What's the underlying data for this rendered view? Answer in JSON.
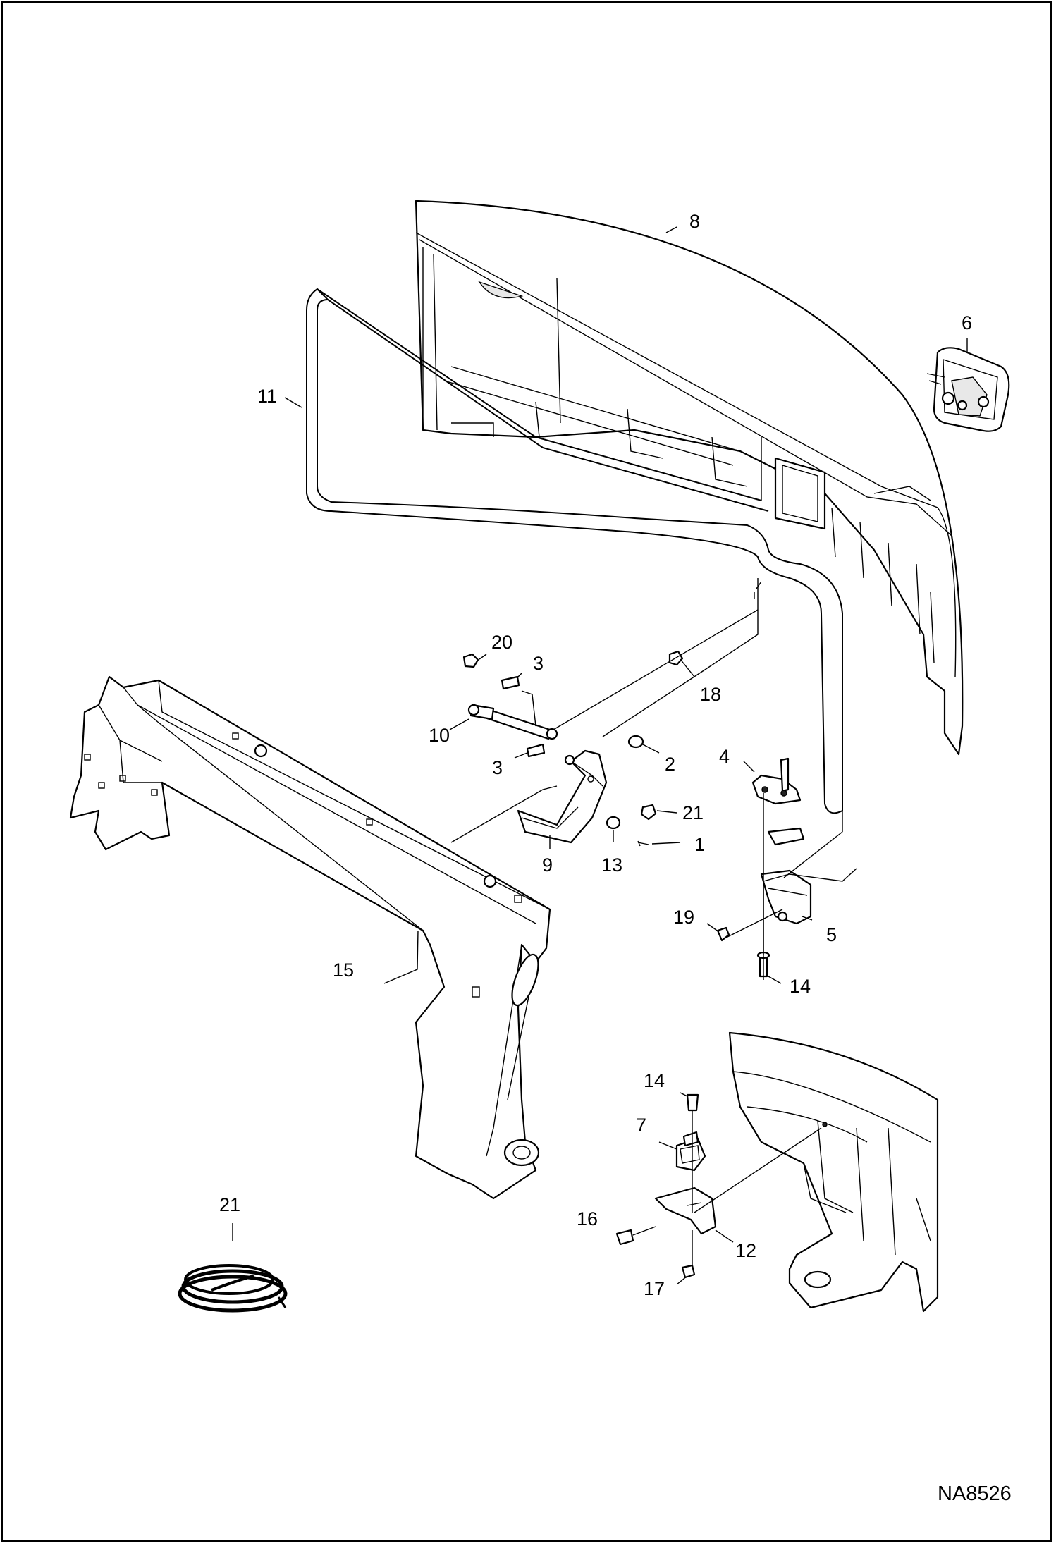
{
  "diagram": {
    "figure_id": "NA8526",
    "callouts": {
      "c8": "8",
      "c6": "6",
      "c11": "11",
      "c20": "20",
      "c3a": "3",
      "c18": "18",
      "c10": "10",
      "c3b": "3",
      "c2": "2",
      "c4": "4",
      "c21a": "21",
      "c1": "1",
      "c9": "9",
      "c13": "13",
      "c19": "19",
      "c5": "5",
      "c15": "15",
      "c14a": "14",
      "c14b": "14",
      "c7": "7",
      "c16": "16",
      "c12": "12",
      "c17": "17",
      "c21b": "21"
    },
    "parts": [
      "hood",
      "latch",
      "seal",
      "nut",
      "ball-stud",
      "nut",
      "gas-spring",
      "ball-stud",
      "washer",
      "hinge",
      "nut",
      "pin",
      "bracket",
      "washer",
      "nut",
      "hinge-plate",
      "bolt",
      "bolt",
      "bolt",
      "striker",
      "bolt",
      "striker-bracket",
      "nut",
      "seal-roll",
      "frame-crossmember",
      "chassis-section"
    ]
  }
}
